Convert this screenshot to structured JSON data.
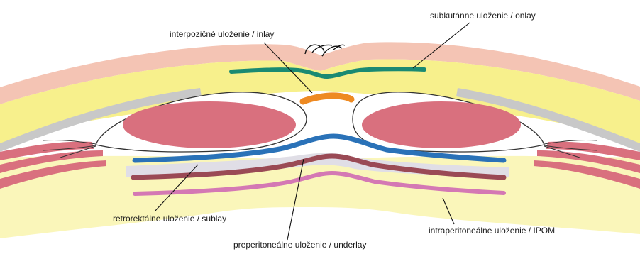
{
  "labels": {
    "inlay": "interpozičné uloženie / inlay",
    "onlay": "subkutánne uloženie / onlay",
    "sublay": "retrorektálne uloženie / sublay",
    "underlay": "preperitoneálne uloženie / underlay",
    "ipom": "intraperitoneálne uloženie / IPOM"
  },
  "colors": {
    "skin": "#f4c4b4",
    "fat": "#f7f08c",
    "fascia": "#c8c8c8",
    "muscle": "#d9707e",
    "onlay_mesh": "#1a8a72",
    "inlay_mesh": "#ee8a22",
    "sublay_mesh": "#2a72b8",
    "peritoneum_band": "#e0dee6",
    "underlay_mesh": "#9a4a55",
    "ipom_mesh": "#d478b4"
  }
}
